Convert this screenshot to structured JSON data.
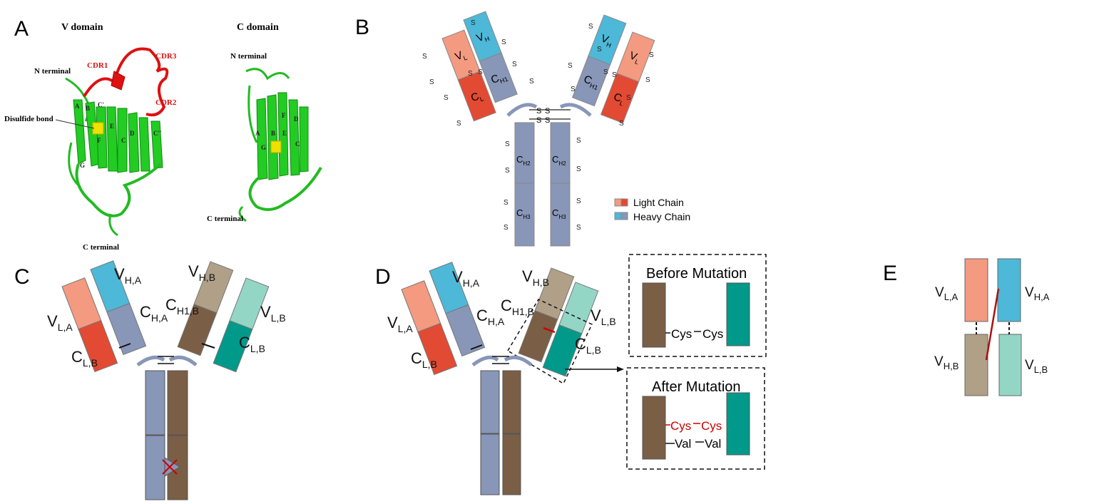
{
  "colors": {
    "light_chain_light": "#f39a80",
    "light_chain_dark": "#e24a33",
    "heavy_chain_light": "#4db8d8",
    "heavy_chain_dark": "#8896b8",
    "bispecific_tan": "#b0a088",
    "bispecific_brown": "#7a5e45",
    "bispecific_mint": "#94d6c6",
    "bispecific_teal": "#00998a",
    "protein_green": "#22cc22",
    "cdr_red": "#dd1111",
    "mutation_red": "#cc0000"
  },
  "panel_a": {
    "letter": "A",
    "v_domain_title": "V domain",
    "c_domain_title": "C domain",
    "v_n_terminal": "N terminal",
    "v_c_terminal": "C terminal",
    "c_n_terminal": "N terminal",
    "c_c_terminal": "C terminal",
    "cdr1": "CDR1",
    "cdr2": "CDR2",
    "cdr3": "CDR3",
    "disulfide_bond": "Disulfide bond",
    "strands_v": [
      "A",
      "B",
      "C'",
      "E",
      "F",
      "D",
      "C",
      "C''",
      "G"
    ],
    "strands_c": [
      "F",
      "D",
      "A",
      "B",
      "E",
      "C",
      "G"
    ]
  },
  "panel_b": {
    "letter": "B",
    "sulfur": "S",
    "legend_light": "Light Chain",
    "legend_heavy": "Heavy Chain"
  },
  "panel_c": {
    "letter": "C"
  },
  "panel_d": {
    "letter": "D",
    "before_title": "Before Mutation",
    "after_title": "After Mutation",
    "cys": "Cys",
    "val": "Val"
  },
  "panel_e": {
    "letter": "E"
  }
}
